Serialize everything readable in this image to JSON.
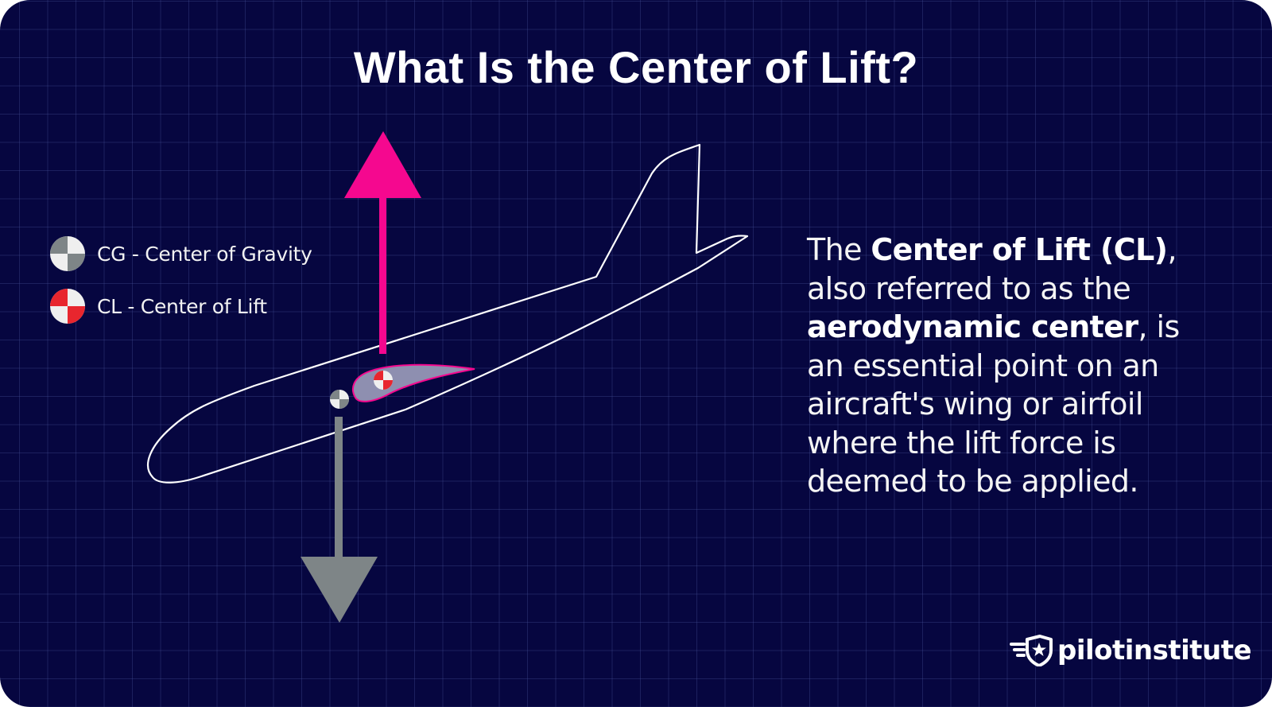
{
  "title": "What Is the Center of Lift?",
  "legend": {
    "items": [
      {
        "symbol": "cg-marker-icon",
        "label": "CG - Center of Gravity",
        "colors": [
          "#7e8587",
          "#efefef"
        ]
      },
      {
        "symbol": "cl-marker-icon",
        "label": "CL - Center of Lift",
        "colors": [
          "#e8262e",
          "#efefef"
        ]
      }
    ]
  },
  "diagram": {
    "aircraft_outline_color": "#ffffff",
    "lift_arrow_color": "#f5088f",
    "weight_arrow_color": "#7e8587",
    "airfoil_fill": "#8e8fb0",
    "airfoil_stroke": "#f5088f"
  },
  "description": {
    "p1": "The ",
    "b1": "Center of Lift (CL)",
    "p2": ", also referred to as the ",
    "b2": "aerodynamic center",
    "p3": ", is an essential point on an aircraft's wing or airfoil where the lift force is deemed to be applied."
  },
  "brand": {
    "name": "pilotinstitute",
    "logo": "winged-shield-star-icon"
  },
  "colors": {
    "background": "#060640",
    "grid": "#2a2f6b",
    "text": "#ffffff"
  }
}
